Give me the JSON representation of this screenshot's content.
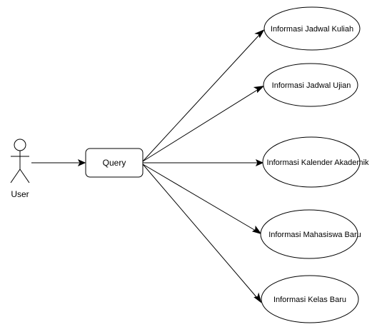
{
  "actor": {
    "label": "User"
  },
  "process": {
    "label": "Query"
  },
  "use_cases": [
    {
      "label": "Informasi Jadwal Kuliah"
    },
    {
      "label": "Informasi Jadwal Ujian"
    },
    {
      "label": "Informasi Kalender Akademik"
    },
    {
      "label": "Informasi Mahasiswa Baru"
    },
    {
      "label": "Informasi Kelas Baru"
    }
  ]
}
